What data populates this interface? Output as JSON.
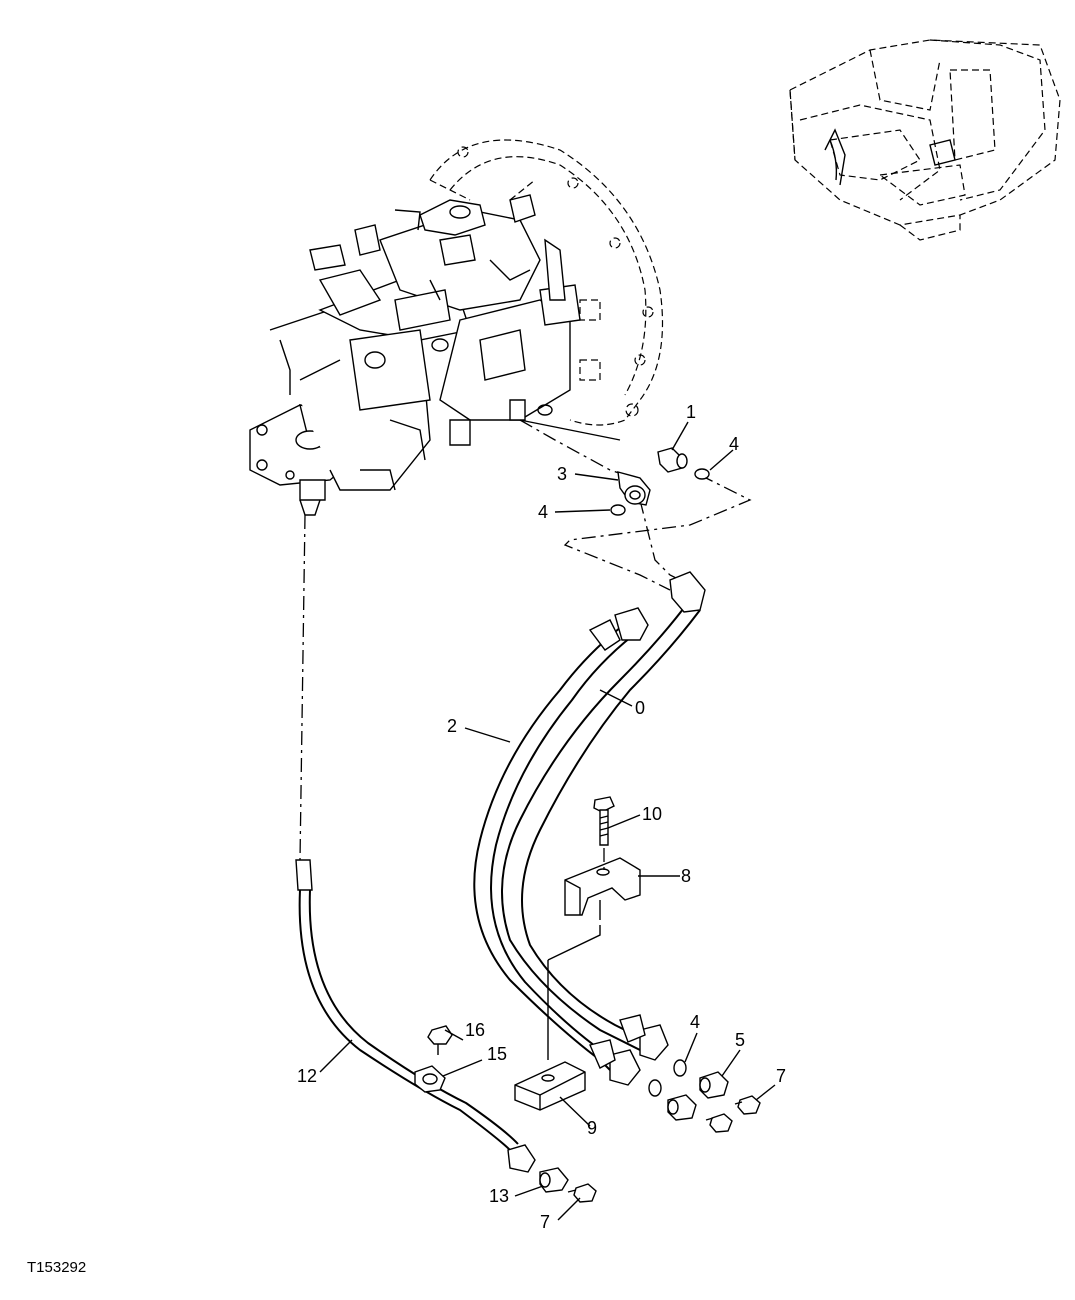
{
  "figure_id": "T153292",
  "callouts": [
    {
      "id": "c1",
      "label": "1"
    },
    {
      "id": "c3",
      "label": "3"
    },
    {
      "id": "c4a",
      "label": "4"
    },
    {
      "id": "c4b",
      "label": "4"
    },
    {
      "id": "c0",
      "label": "0"
    },
    {
      "id": "c2",
      "label": "2"
    },
    {
      "id": "c10",
      "label": "10"
    },
    {
      "id": "c8",
      "label": "8"
    },
    {
      "id": "c16",
      "label": "16"
    },
    {
      "id": "c15",
      "label": "15"
    },
    {
      "id": "c12",
      "label": "12"
    },
    {
      "id": "c9",
      "label": "9"
    },
    {
      "id": "c4c",
      "label": "4"
    },
    {
      "id": "c5",
      "label": "5"
    },
    {
      "id": "c7a",
      "label": "7"
    },
    {
      "id": "c13",
      "label": "13"
    },
    {
      "id": "c7b",
      "label": "7"
    }
  ]
}
